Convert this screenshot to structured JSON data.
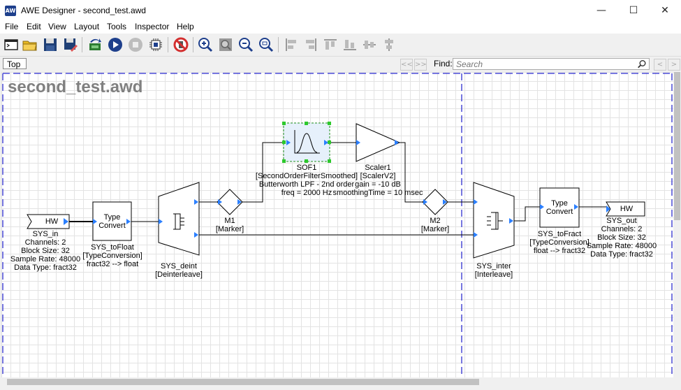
{
  "window": {
    "title": "AWE Designer - second_test.awd",
    "app_icon_text": "AW",
    "minimize": "—",
    "maximize": "☐",
    "close": "✕"
  },
  "menu": [
    "File",
    "Edit",
    "View",
    "Layout",
    "Tools",
    "Inspector",
    "Help"
  ],
  "toolbar": {
    "buttons": [
      {
        "name": "new-layout",
        "icon": "window-icon"
      },
      {
        "name": "open",
        "icon": "folder-icon"
      },
      {
        "name": "save",
        "icon": "floppy-icon"
      },
      {
        "name": "save-as",
        "icon": "floppy-pencil-icon"
      },
      {
        "name": "build",
        "icon": "build-arrow-icon"
      },
      {
        "name": "run",
        "icon": "play-icon"
      },
      {
        "name": "stop",
        "icon": "stop-icon"
      },
      {
        "name": "flash",
        "icon": "grid-chip-icon"
      },
      {
        "name": "bypass",
        "icon": "no-entry-icon"
      },
      {
        "name": "zoom-in",
        "icon": "zoom-in-icon"
      },
      {
        "name": "zoom-fit",
        "icon": "zoom-fit-icon"
      },
      {
        "name": "zoom-out",
        "icon": "zoom-out-icon"
      },
      {
        "name": "zoom-normal",
        "icon": "zoom-normal-icon"
      },
      {
        "name": "align-left",
        "icon": "align-left-icon"
      },
      {
        "name": "align-right",
        "icon": "align-right-icon"
      },
      {
        "name": "align-top",
        "icon": "align-top-icon"
      },
      {
        "name": "align-bottom",
        "icon": "align-bottom-icon"
      },
      {
        "name": "align-middle",
        "icon": "align-middle-icon"
      },
      {
        "name": "align-center",
        "icon": "align-center-icon"
      }
    ]
  },
  "nav": {
    "tab": "Top",
    "back": "<<",
    "forward": ">>",
    "find_label": "Find:",
    "search_placeholder": "Search",
    "prev": "<",
    "next": ">"
  },
  "diagram": {
    "title": "second_test.awd",
    "sys_in": {
      "port_text": "HW",
      "lines": [
        "SYS_in",
        "Channels: 2",
        "Block Size: 32",
        "Sample Rate: 48000",
        "Data Type: fract32"
      ]
    },
    "to_float": {
      "text": [
        "Type",
        "Convert"
      ],
      "lines": [
        "SYS_toFloat",
        "[TypeConversion]",
        "fract32 --> float"
      ]
    },
    "deint": {
      "lines": [
        "SYS_deint",
        "[Deinterleave]"
      ]
    },
    "m1": {
      "lines": [
        "M1",
        "[Marker]"
      ]
    },
    "sof1": {
      "lines": [
        "SOF1",
        "[SecondOrderFilterSmoothed]",
        "Butterworth LPF - 2nd order",
        "freq = 2000 Hz"
      ]
    },
    "scaler1": {
      "lines": [
        "Scaler1",
        "[ScalerV2]",
        "gain = -10 dB",
        "smoothingTime = 10 msec"
      ]
    },
    "m2": {
      "lines": [
        "M2",
        "[Marker]"
      ]
    },
    "inter": {
      "lines": [
        "SYS_inter",
        "[Interleave]"
      ]
    },
    "to_fract": {
      "text": [
        "Type",
        "Convert"
      ],
      "lines": [
        "SYS_toFract",
        "[TypeConversion]",
        "float --> fract32"
      ]
    },
    "sys_out": {
      "port_text": "HW",
      "lines": [
        "SYS_out",
        "Channels: 2",
        "Block Size: 32",
        "Sample Rate: 48000",
        "Data Type: fract32"
      ]
    }
  },
  "colors": {
    "wire": "#000000",
    "pin": "#2b7fff",
    "boundary": "#4a4ad6",
    "selected_fill": "#e6f0fb",
    "selected_border": "#1e8e1e",
    "diagram_title": "#808080"
  }
}
